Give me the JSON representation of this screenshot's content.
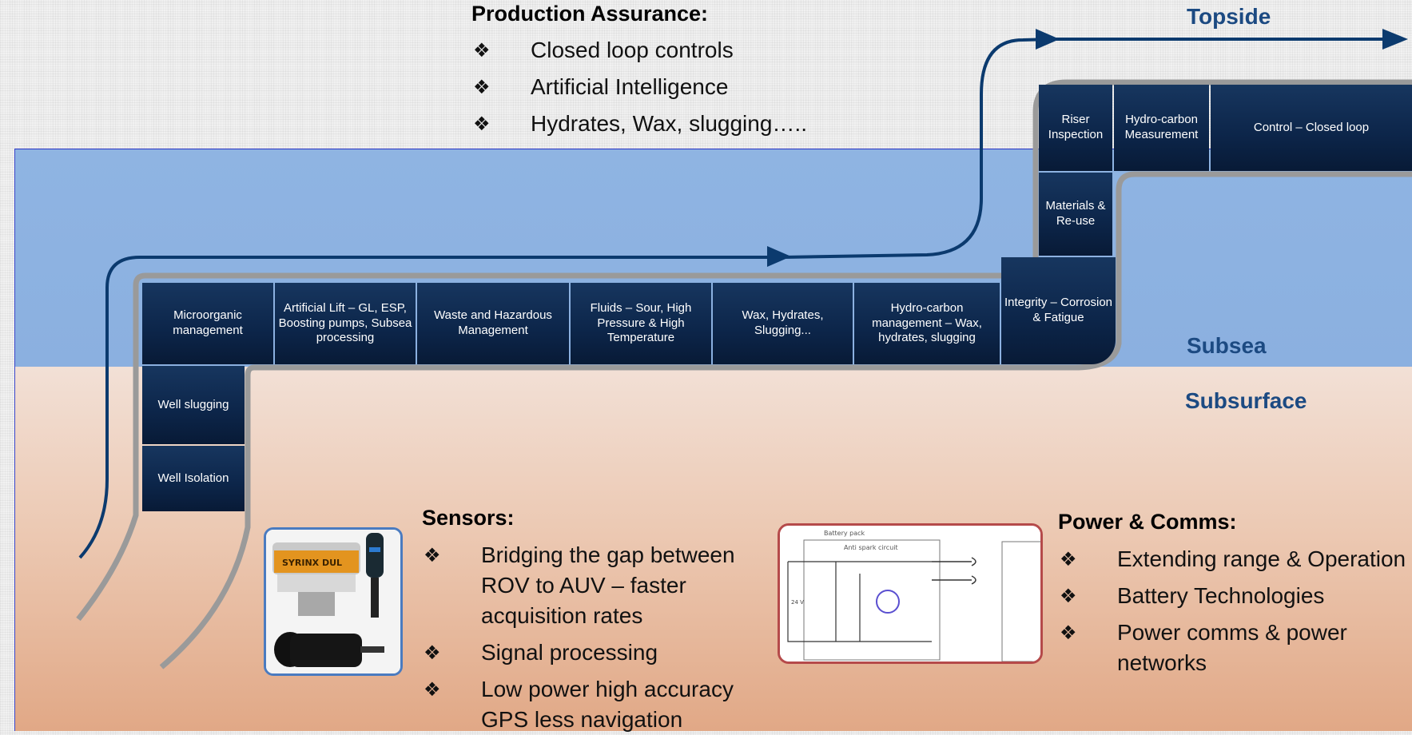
{
  "zones": {
    "topside": "Topside",
    "subsea": "Subsea",
    "subsurface": "Subsurface"
  },
  "production_assurance": {
    "title": "Production Assurance:",
    "bullets": [
      "Closed loop controls",
      "Artificial Intelligence",
      "Hydrates, Wax, slugging….."
    ]
  },
  "topside_boxes": {
    "riser_inspection": "Riser Inspection",
    "hydrocarbon_measurement": "Hydro-carbon Measurement",
    "control_closed_loop": "Control – Closed loop",
    "materials_reuse": "Materials & Re-use"
  },
  "subsea_boxes": {
    "microorganic": "Microorganic management",
    "artificial_lift": "Artificial Lift – GL, ESP, Boosting pumps, Subsea processing",
    "waste_hazardous": "Waste and Hazardous Management",
    "fluids": "Fluids – Sour, High Pressure & High Temperature",
    "wax_hydrates": "Wax, Hydrates, Slugging...",
    "hydrocarbon_management": "Hydro-carbon management – Wax, hydrates, slugging",
    "integrity": "Integrity – Corrosion & Fatigue"
  },
  "well_boxes": {
    "well_slugging": "Well slugging",
    "well_isolation": "Well Isolation"
  },
  "sensors": {
    "title": "Sensors:",
    "bullets": [
      "Bridging the gap between ROV to AUV – faster acquisition rates",
      "Signal processing",
      "Low power high accuracy GPS less navigation"
    ]
  },
  "power_comms": {
    "title": "Power & Comms:",
    "bullets": [
      "Extending range & Operation",
      "Battery Technologies",
      "Power comms & power networks"
    ]
  },
  "sensor_photo": {
    "label": "SYRINX DUL"
  },
  "circuit": {
    "battery_label": "Battery pack",
    "anti_spark_label": "Anti spark circuit",
    "voltage_label": "24 V"
  },
  "bullet_symbol": "❖",
  "colors": {
    "flow_arrow": "#0b3a6e",
    "box_fill": "#0c2549",
    "subsea_bg": "#8fb4e2",
    "subsurface_bg": "#e8bca2",
    "label_blue": "#1c4a82"
  }
}
